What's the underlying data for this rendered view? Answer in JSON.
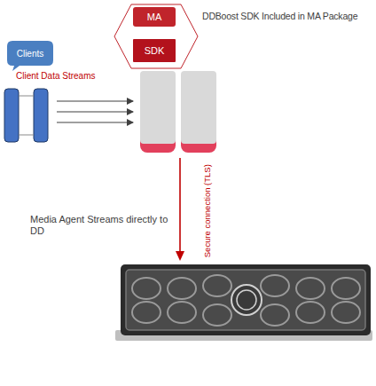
{
  "diagram": {
    "nodes": [
      {
        "text": [
          "DDBoost SDK Included in MA Package"
        ]
      },
      {
        "text": [
          "MA"
        ],
        "in": 0
      },
      {
        "text": [
          "SDK"
        ],
        "in": 0
      },
      {
        "text": [
          "Clients"
        ]
      }
    ],
    "labels": [
      "Client Data Streams",
      "Media Agent Streams directly to DD",
      "Secure connection (TLS)"
    ]
  }
}
